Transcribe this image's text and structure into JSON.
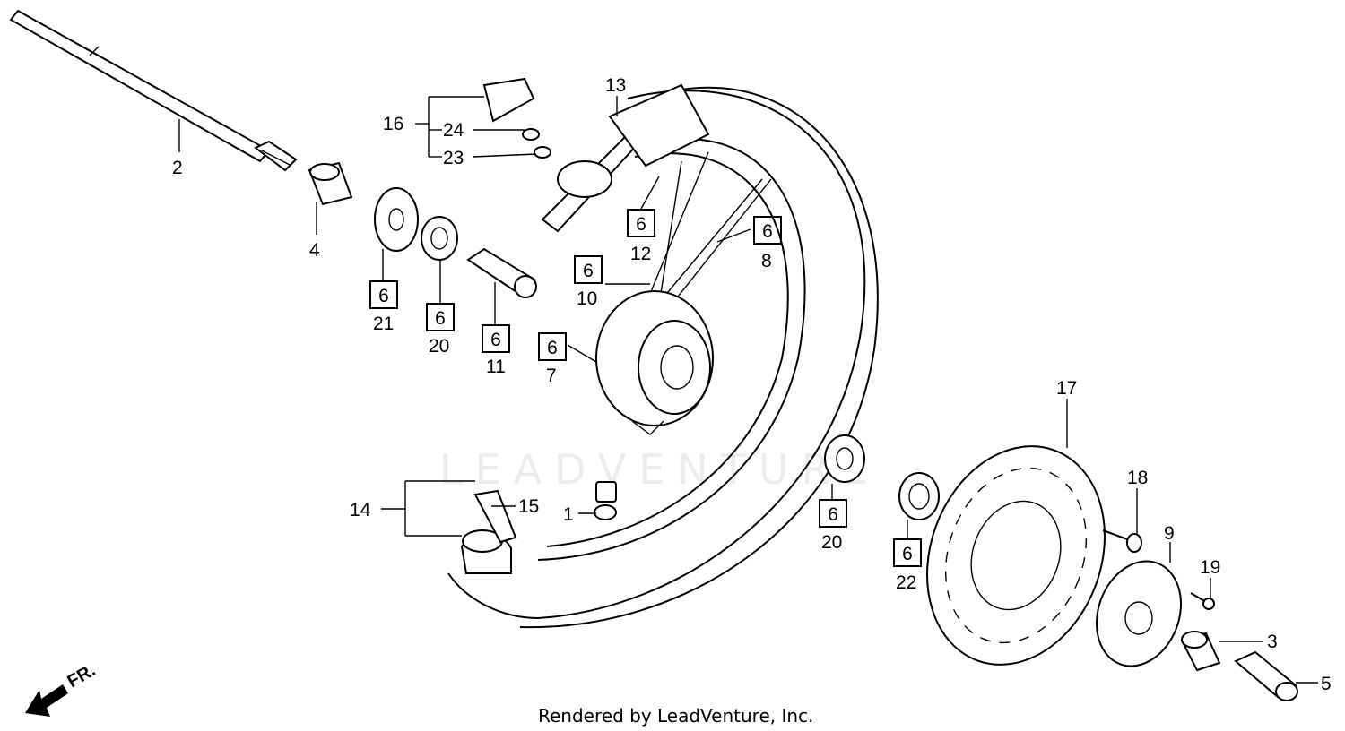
{
  "watermark": "LEADVENTURE",
  "footer": "Rendered by LeadVenture, Inc.",
  "direction_label": "FR.",
  "callouts": {
    "c1": "1",
    "c2": "2",
    "c3": "3",
    "c4": "4",
    "c5": "5",
    "c7": "7",
    "c8": "8",
    "c9": "9",
    "c10": "10",
    "c11": "11",
    "c12": "12",
    "c13": "13",
    "c14": "14",
    "c15": "15",
    "c16": "16",
    "c17": "17",
    "c18": "18",
    "c19": "19",
    "c20a": "20",
    "c20b": "20",
    "c21": "21",
    "c22": "22",
    "c23": "23",
    "c24": "24"
  },
  "ref_box": "6"
}
